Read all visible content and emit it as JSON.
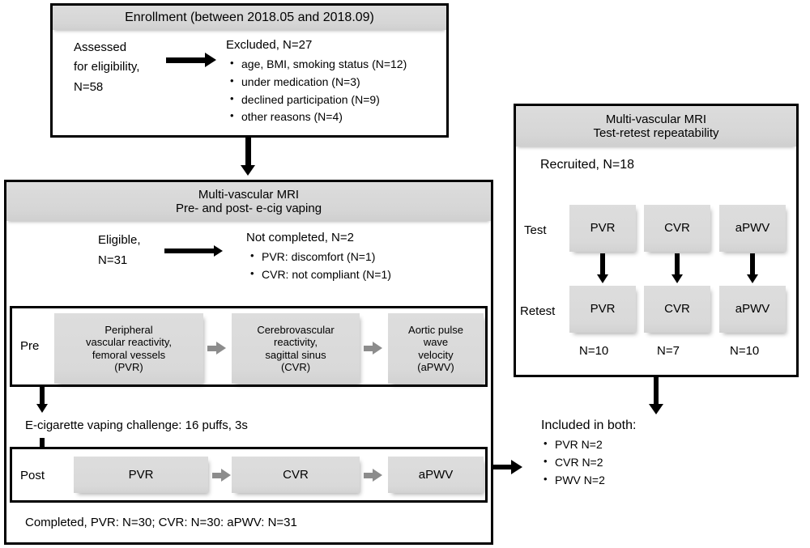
{
  "enrollment": {
    "title": "Enrollment (between 2018.05 and 2018.09)",
    "assessed": "Assessed\nfor eligibility,\nN=58",
    "excluded_title": "Excluded, N=27",
    "excluded_items": [
      "age, BMI, smoking status (N=12)",
      "under medication (N=3)",
      "declined participation (N=9)",
      "other reasons (N=4)"
    ]
  },
  "main": {
    "title_line1": "Multi-vascular MRI",
    "title_line2": "Pre- and post- e-cig vaping",
    "eligible": "Eligible,\nN=31",
    "not_completed_title": "Not completed, N=2",
    "not_completed_items": [
      "PVR: discomfort (N=1)",
      "CVR: not compliant (N=1)"
    ],
    "pre_label": "Pre",
    "pre_steps": [
      "Peripheral\nvascular reactivity,\nfemoral vessels\n(PVR)",
      "Cerebrovascular\nreactivity,\nsagittal sinus\n(CVR)",
      "Aortic pulse\nwave\nvelocity\n(aPWV)"
    ],
    "challenge": "E-cigarette vaping challenge: 16 puffs, 3s",
    "post_label": "Post",
    "post_steps": [
      "PVR",
      "CVR",
      "aPWV"
    ],
    "completed": "Completed,  PVR: N=30; CVR: N=30: aPWV: N=31"
  },
  "retest": {
    "title_line1": "Multi-vascular MRI",
    "title_line2": "Test-retest repeatability",
    "recruited": "Recruited, N=18",
    "row_test_label": "Test",
    "row_retest_label": "Retest",
    "columns": [
      {
        "test": "PVR",
        "retest": "PVR",
        "n": "N=10"
      },
      {
        "test": "CVR",
        "retest": "CVR",
        "n": "N=7"
      },
      {
        "test": "aPWV",
        "retest": "aPWV",
        "n": "N=10"
      }
    ]
  },
  "included": {
    "title": "Included in both:",
    "items": [
      "PVR N=2",
      "CVR N=2",
      "PWV N=2"
    ]
  },
  "colors": {
    "outline": "#000000",
    "band_gray": "#d8d8d8",
    "chip_gray": "#dadada",
    "gray_arrow": "#8c8c8c",
    "page_bg": "#ffffff"
  }
}
